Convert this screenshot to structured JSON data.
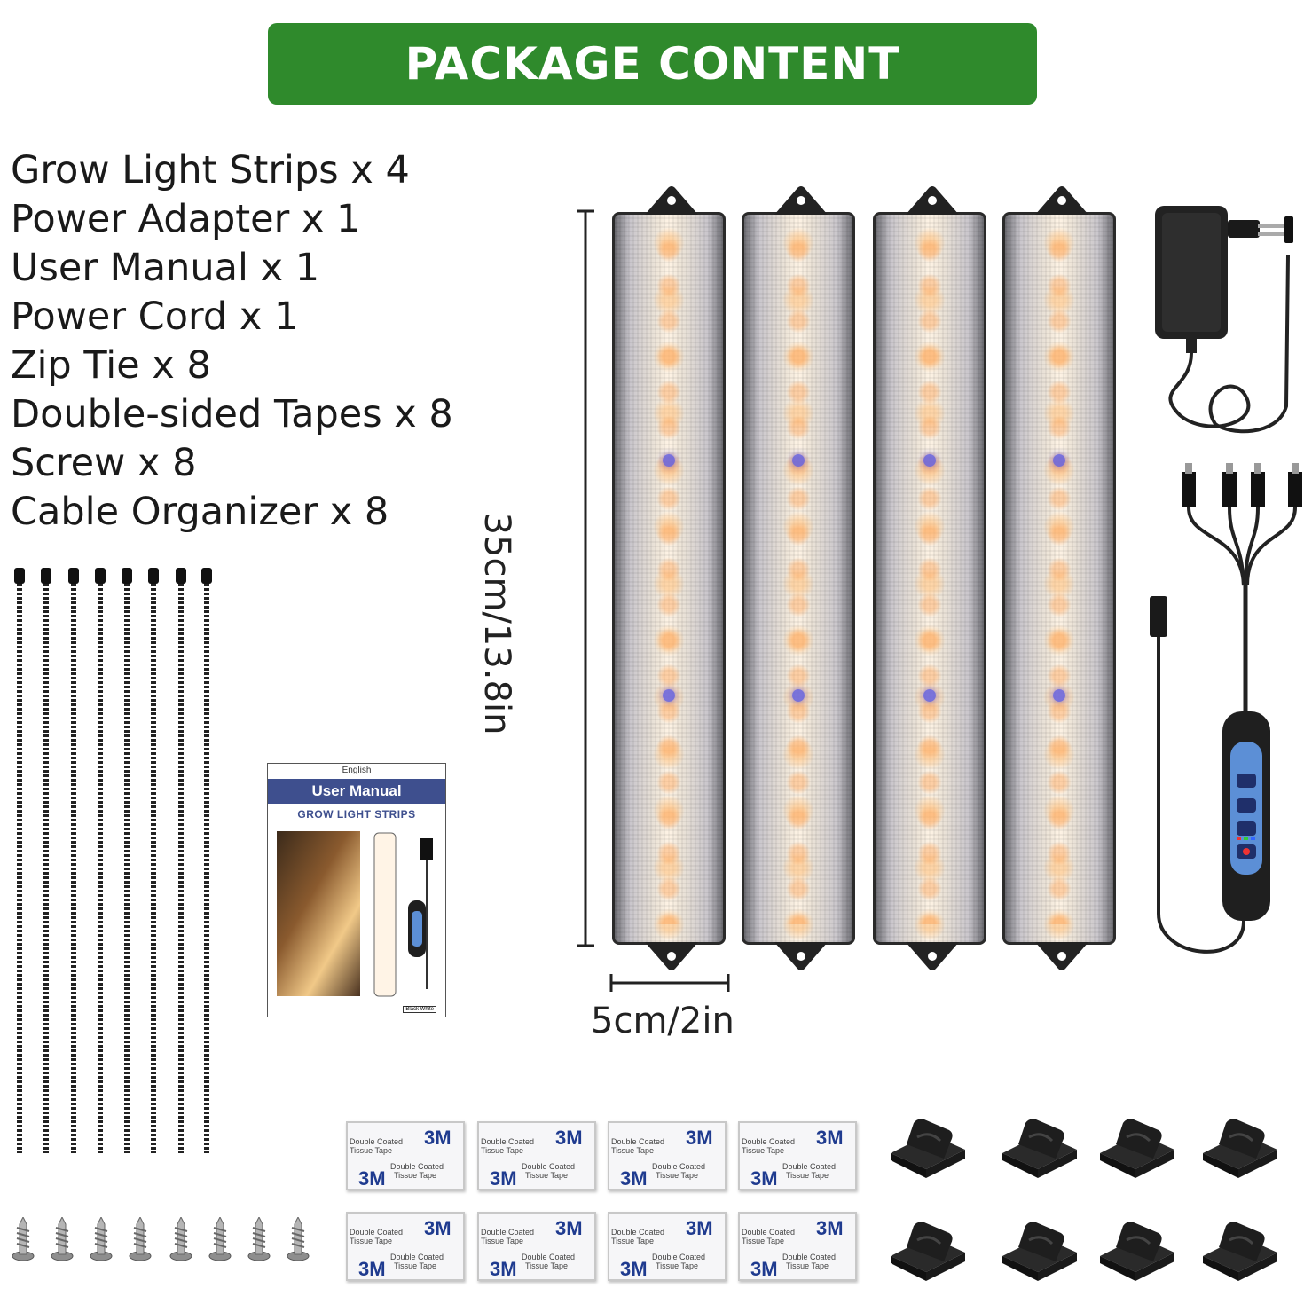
{
  "banner": {
    "title": "PACKAGE CONTENT",
    "color": "#2f8a2c"
  },
  "contents": [
    "Grow Light Strips x 4",
    "Power Adapter x 1",
    "User Manual x 1",
    "Power Cord x 1",
    "Zip Tie x 8",
    "Double-sided Tapes x 8",
    "Screw x 8",
    "Cable Organizer x 8"
  ],
  "dimensions": {
    "length": "35cm/13.8in",
    "width": "5cm/2in"
  },
  "manual": {
    "language": "English",
    "title": "User Manual",
    "subtitle": "GROW LIGHT STRIPS",
    "color_badge": "Black White",
    "header_color": "#3e4f8e"
  },
  "tape": {
    "brand": "3M",
    "line1": "Double Coated",
    "line2": "Tissue Tape"
  },
  "controller": {
    "body_color": "#1f1f1f",
    "panel_color": "#5c8fd6"
  }
}
